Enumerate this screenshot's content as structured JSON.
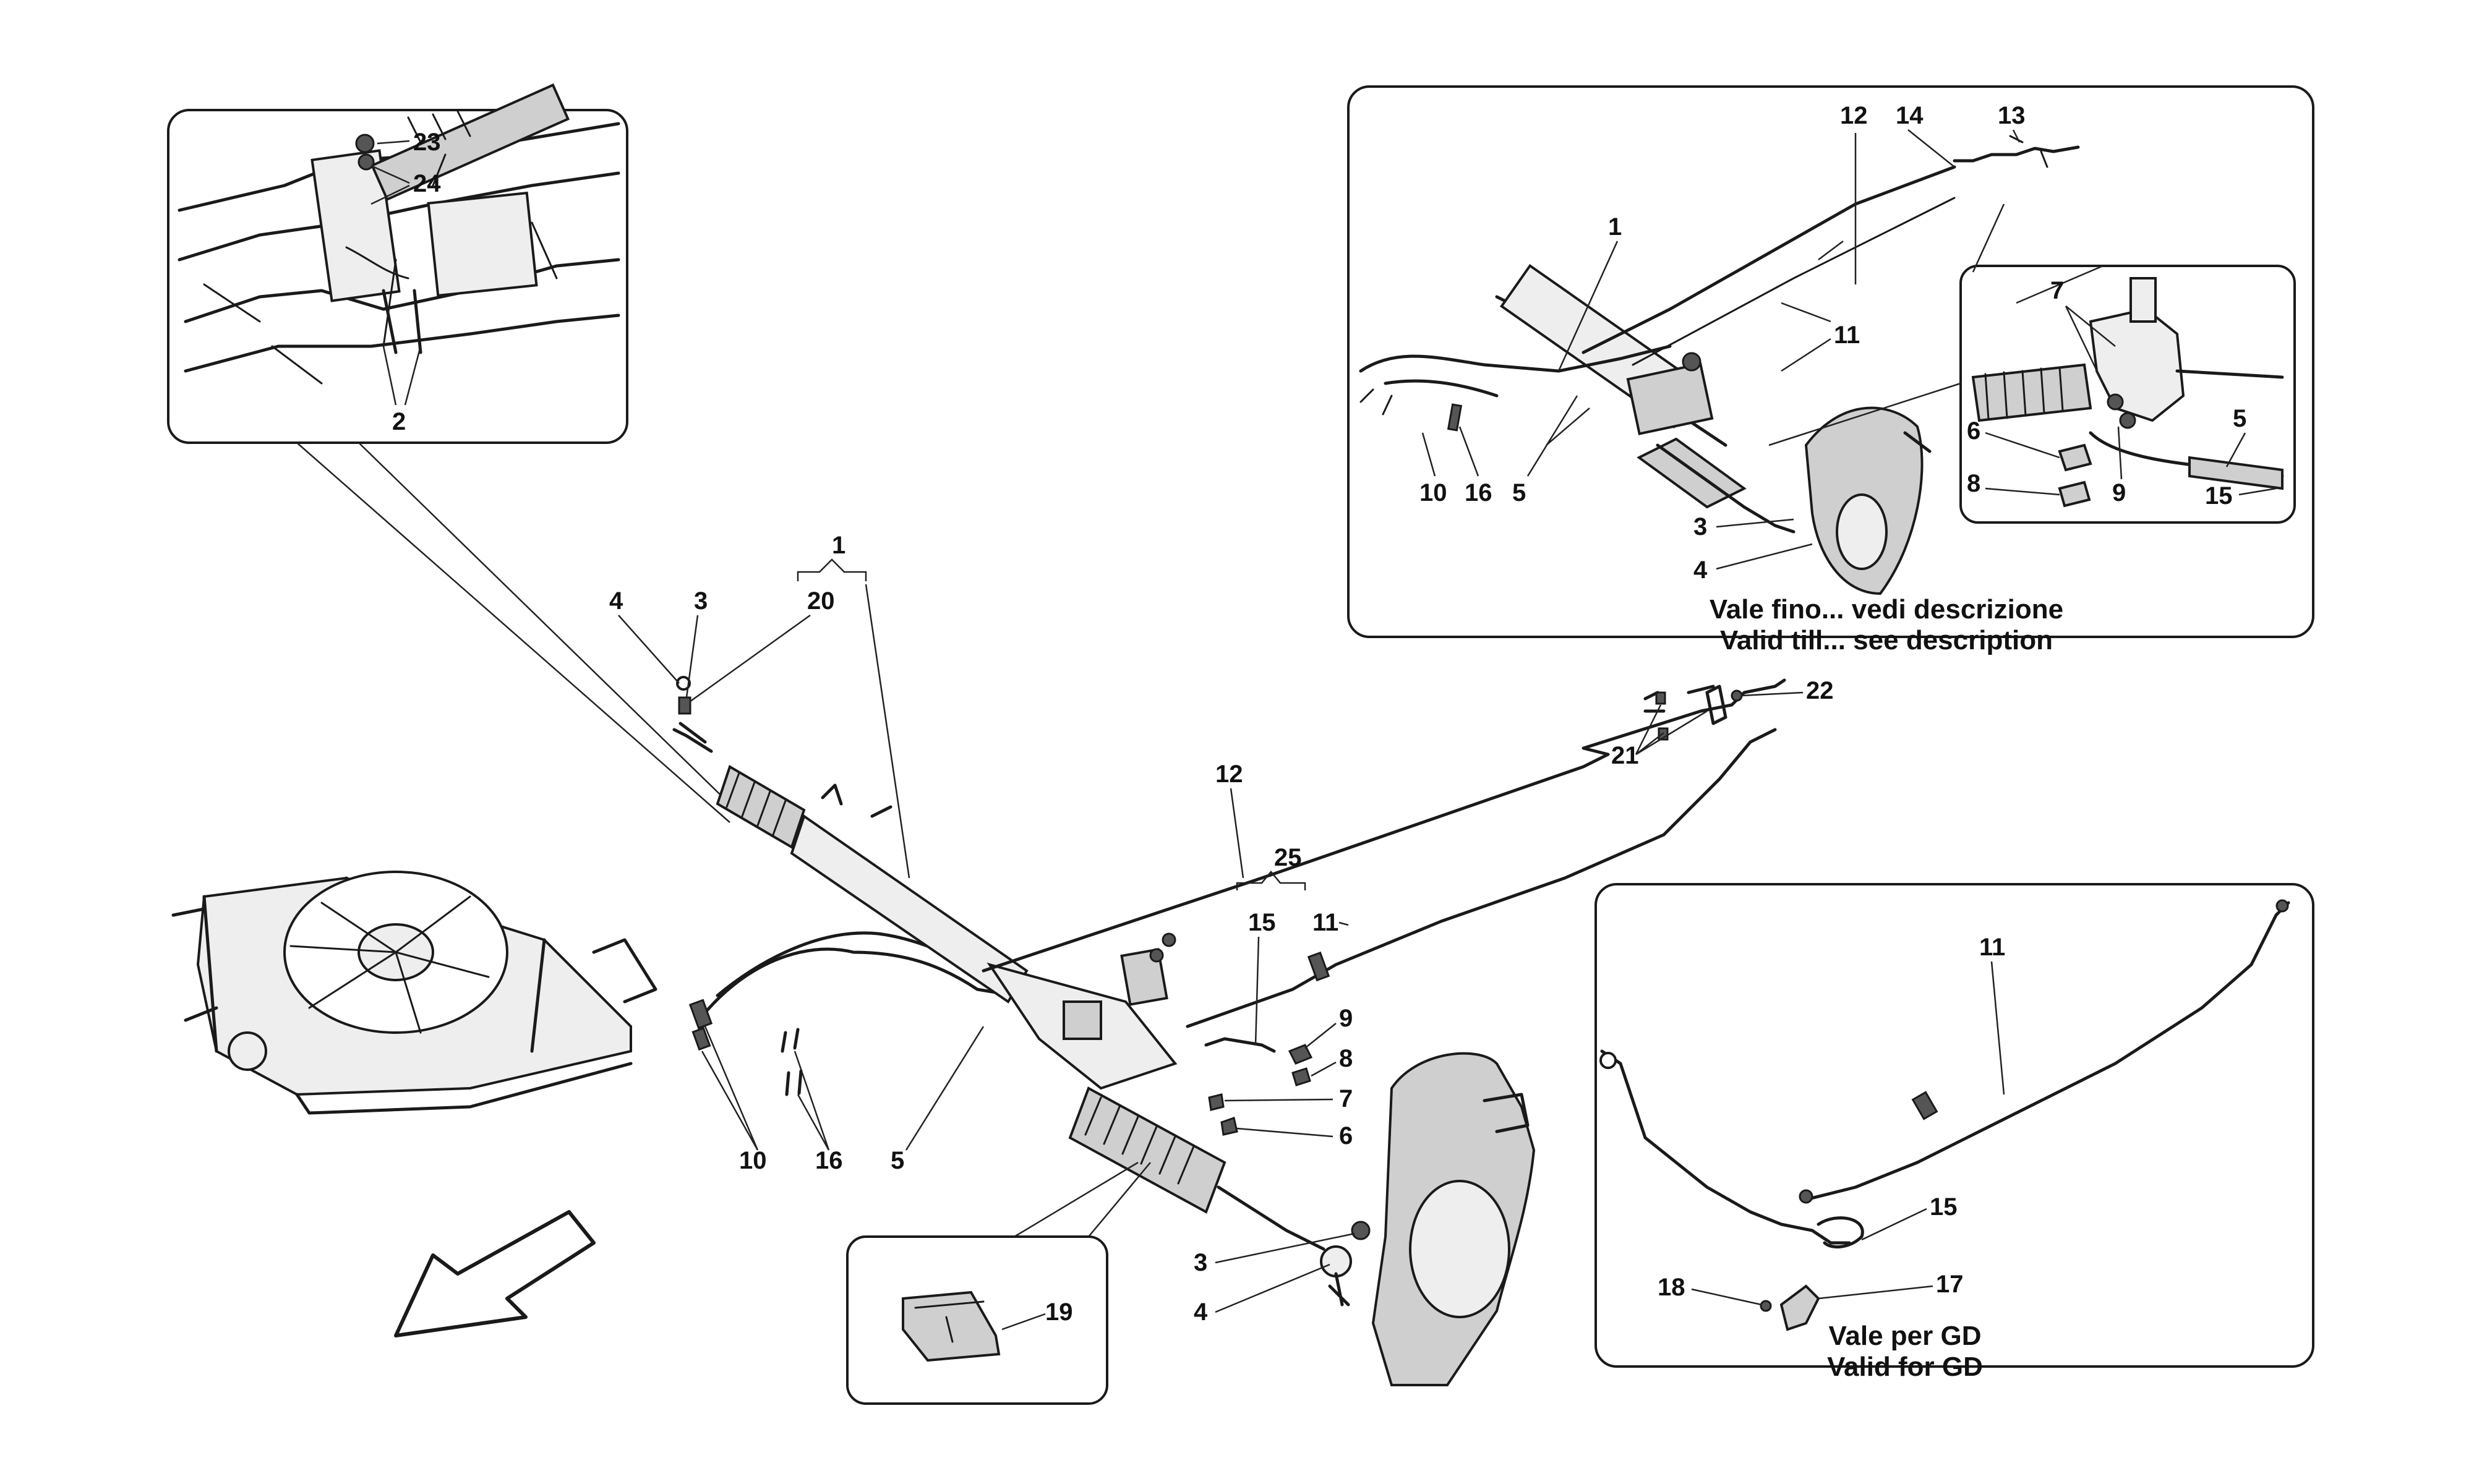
{
  "callouts": {
    "main": {
      "c1": "1",
      "c20": "20",
      "c4": "4",
      "c3": "3",
      "c12": "12",
      "c25": "25",
      "c15": "15",
      "c11": "11",
      "c9": "9",
      "c8": "8",
      "c7": "7",
      "c6": "6",
      "c10": "10",
      "c16": "16",
      "c5": "5",
      "c3b": "3",
      "c4b": "4",
      "c19": "19",
      "c21": "21",
      "c22": "22"
    },
    "inset_top_left": {
      "c23": "23",
      "c24": "24",
      "c2": "2"
    },
    "inset_top_right": {
      "c12": "12",
      "c14": "14",
      "c13": "13",
      "c1": "1",
      "c11": "11",
      "c10": "10",
      "c16": "16",
      "c5": "5",
      "c3": "3",
      "c4": "4",
      "c7": "7",
      "c6": "6",
      "c8": "8",
      "c9": "9",
      "c5b": "5",
      "c15": "15"
    },
    "inset_bottom_right": {
      "c11": "11",
      "c15": "15",
      "c18": "18",
      "c17": "17"
    }
  },
  "captions": {
    "top_right_line1": "Vale fino... vedi descrizione",
    "top_right_line2": "Valid till... see description",
    "bottom_right_line1": "Vale per GD",
    "bottom_right_line2": "Valid for GD"
  }
}
